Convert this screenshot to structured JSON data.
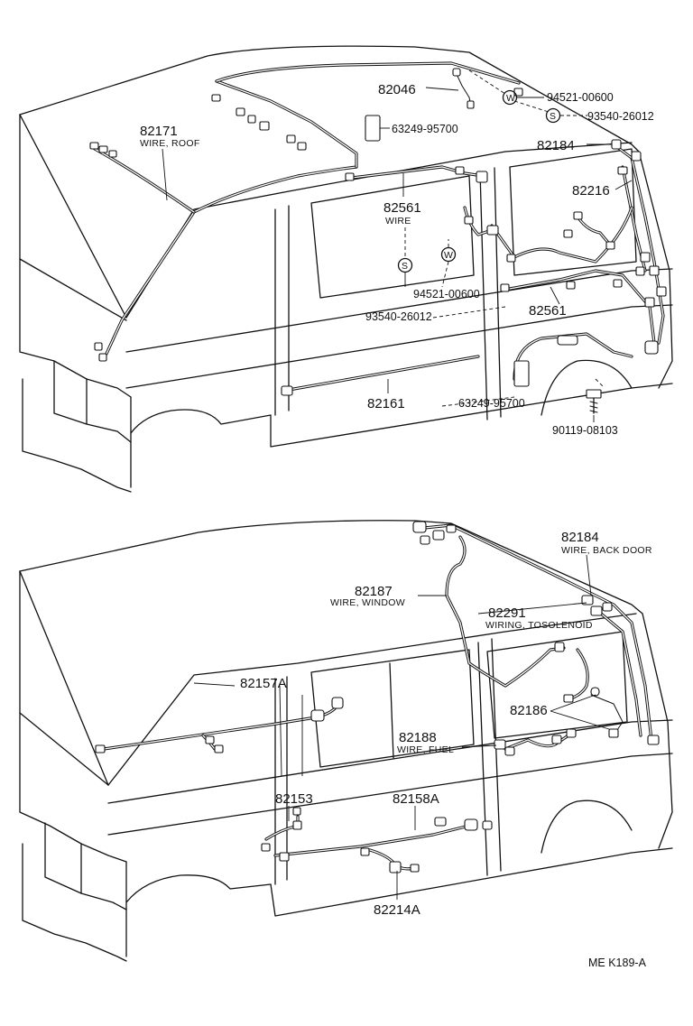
{
  "top": {
    "labels": {
      "p82046": "82046",
      "p94521_a": "94521-00600",
      "p93540_a": "93540-26012",
      "p63249_a": "63249-95700",
      "p82171": "82171",
      "p82171_sub": "WIRE, ROOF",
      "p82184": "82184",
      "p82216": "82216",
      "p82561_a": "82561",
      "p82561_a_sub": "WIRE",
      "p94521_b": "94521-00600",
      "p93540_b": "93540-26012",
      "p82561_b": "82561",
      "p82161": "82161",
      "p63249_b": "63249-95700",
      "p90119": "90119-08103"
    },
    "symbols": {
      "w": "W",
      "s": "S"
    }
  },
  "bottom": {
    "labels": {
      "p82184": "82184",
      "p82184_sub": "WIRE, BACK DOOR",
      "p82187": "82187",
      "p82187_sub": "WIRE, WINDOW",
      "p82291": "82291",
      "p82291_sub": "WIRING, TOSOLENOID",
      "p82157a": "82157A",
      "p82186": "82186",
      "p82188": "82188",
      "p82188_sub": "WIRE, FUEL",
      "p82153": "82153",
      "p82158a": "82158A",
      "p82214a": "82214A"
    }
  },
  "footer": {
    "code": "ME  K189-A"
  }
}
